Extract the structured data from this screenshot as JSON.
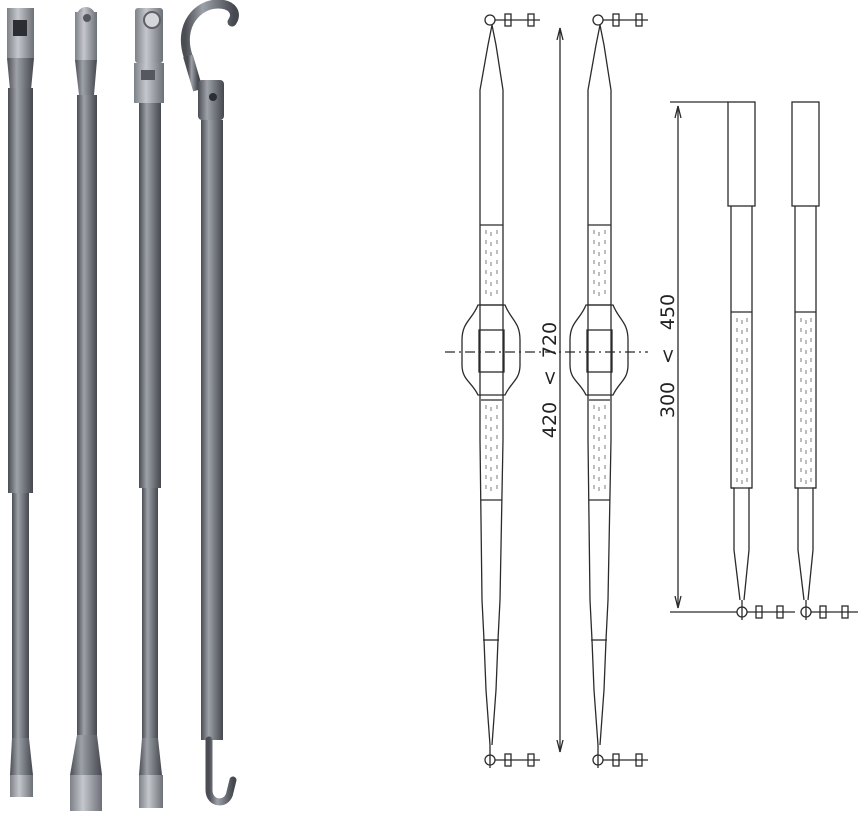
{
  "colors": {
    "background": "#ffffff",
    "tool_metal": "#6f737b",
    "tool_metal_light": "#a9adb4",
    "tool_metal_dark": "#474a50",
    "drawing_line": "#2b2b2b",
    "drawing_hatch": "#9a9a9a"
  },
  "photo_tools": [
    {
      "name": "square-socket-rod",
      "icon": "square-socket-tool-icon"
    },
    {
      "name": "pin-head-rod",
      "icon": "pin-head-tool-icon"
    },
    {
      "name": "clamp-head-rod",
      "icon": "clamp-head-tool-icon"
    },
    {
      "name": "hook-rod",
      "icon": "hook-tool-icon"
    }
  ],
  "drawing": {
    "left_pair": {
      "dimension_a": "720",
      "dimension_b": "420",
      "separator": "<"
    },
    "right_pair": {
      "dimension_a": "450",
      "dimension_b": "300",
      "separator": "<"
    }
  }
}
